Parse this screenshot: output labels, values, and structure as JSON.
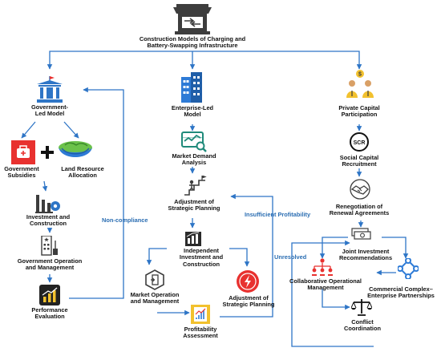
{
  "title": [
    "Construction Models of Charging and",
    "Battery-Swapping Infrastructure"
  ],
  "government": {
    "model": [
      "Government-",
      "Led Model"
    ],
    "subsidies": [
      "Government",
      "Subsidies"
    ],
    "land": [
      "Land Resource",
      "Allocation"
    ],
    "investment": [
      "Investment and",
      "Construction"
    ],
    "operation": [
      "Government Operation",
      "and Management"
    ],
    "evaluation": [
      "Performance",
      "Evaluation"
    ],
    "feedback": "Non-compliance"
  },
  "enterprise": {
    "model": [
      "Enterprise-Led",
      "Model"
    ],
    "demand": [
      "Market Demand",
      "Analysis"
    ],
    "planning": [
      "Adjustment of",
      "Strategic Planning"
    ],
    "independent": [
      "Independent",
      "Investment and",
      "Construction"
    ],
    "market_op": [
      "Market Operation",
      "and Management"
    ],
    "adjust2": [
      "Adjustment of",
      "Strategic Planning"
    ],
    "profitability": [
      "Profitability",
      "Assessment"
    ],
    "feedback": "Insufficient Profitability"
  },
  "private": {
    "model": [
      "Private Capital",
      "Participation"
    ],
    "scr_icon_text": "SCR",
    "social": [
      "Social Capital",
      "Recruitment"
    ],
    "renegotiation": [
      "Renegotiation of",
      "Renewal Agreements"
    ],
    "joint": [
      "Joint Investment",
      "Recommendations"
    ],
    "collab": [
      "Collaborative Operational",
      "Management"
    ],
    "commercial": [
      "Commercial Complex–",
      "Enterprise Partnerships"
    ],
    "conflict": [
      "Conflict",
      "Coordination"
    ],
    "feedback": "Unresolved"
  },
  "colors": {
    "arrow": "#2e75c6",
    "dark": "#3d3d3d",
    "red": "#e8312f",
    "blue": "#2e7bd6",
    "gold": "#f2c12e"
  }
}
